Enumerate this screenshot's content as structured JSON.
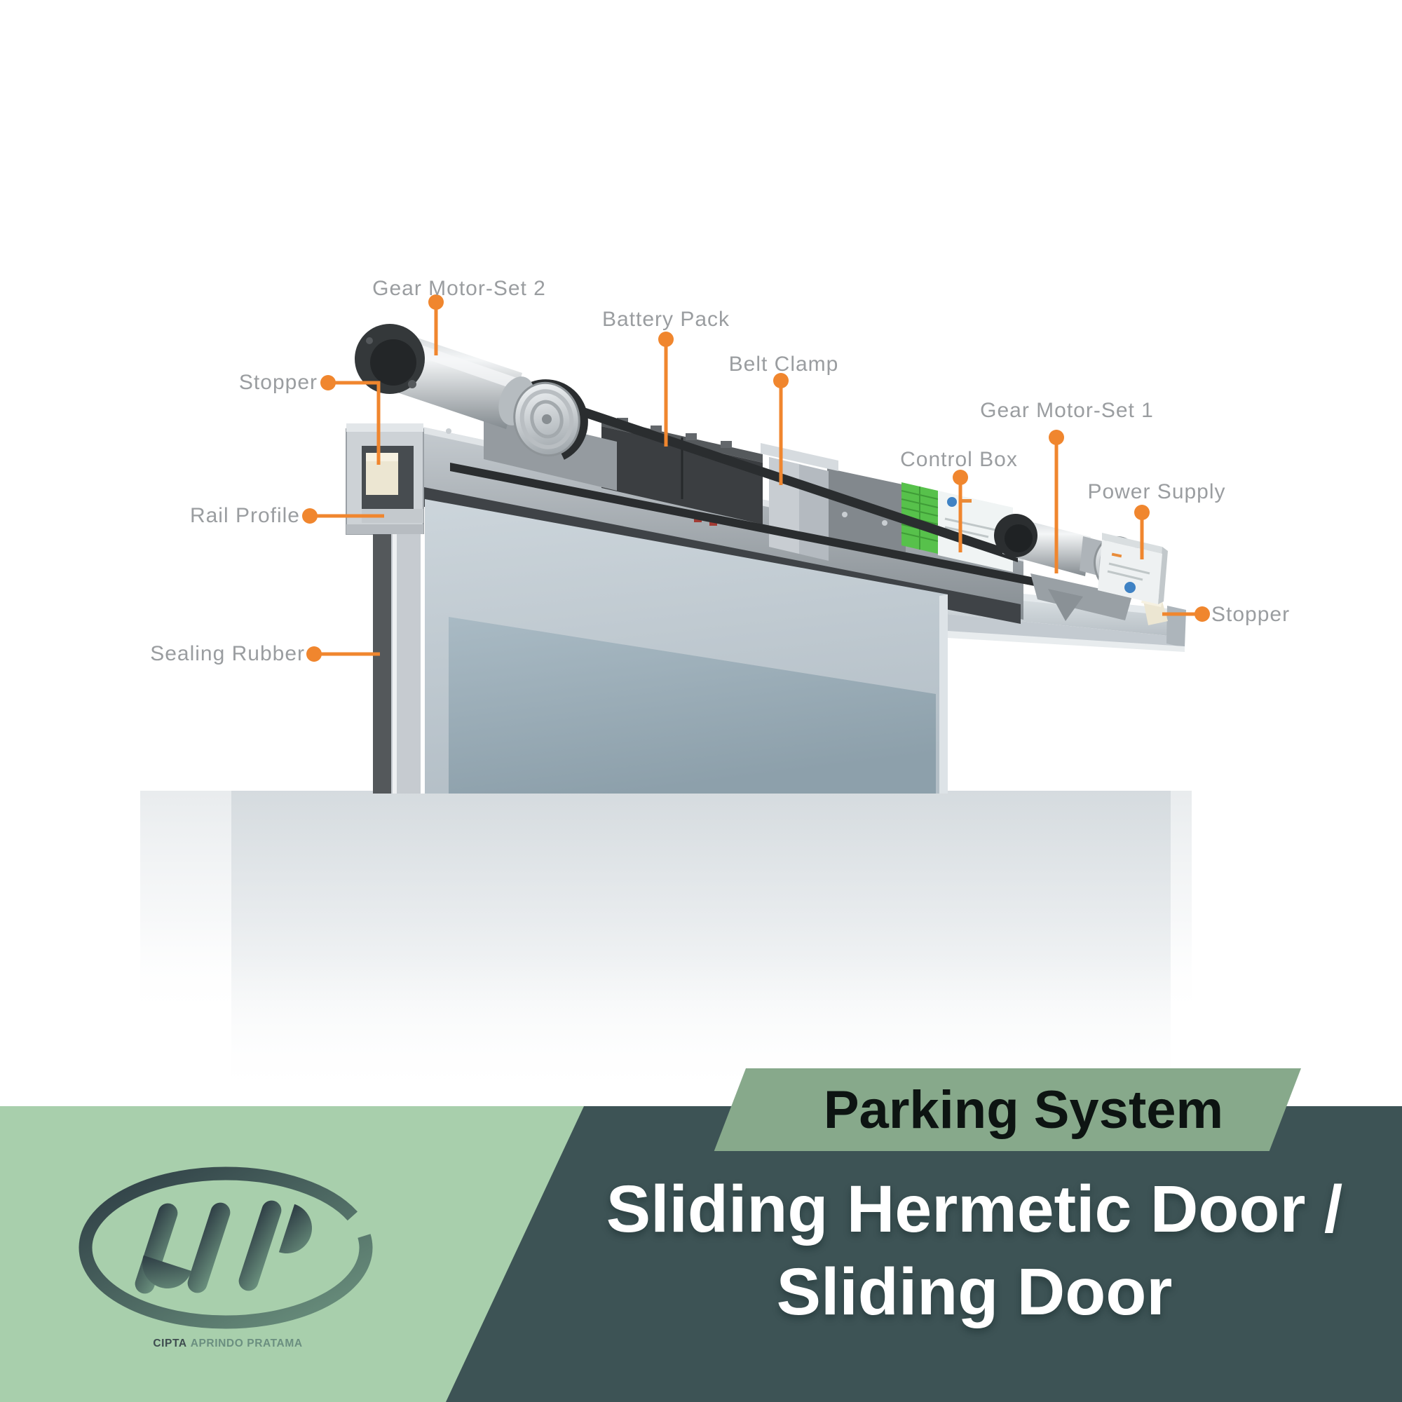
{
  "diagram": {
    "labels": [
      {
        "id": "gear-motor-set-2",
        "text": "Gear Motor-Set 2"
      },
      {
        "id": "battery-pack",
        "text": "Battery Pack"
      },
      {
        "id": "belt-clamp",
        "text": "Belt Clamp"
      },
      {
        "id": "gear-motor-set-1",
        "text": "Gear Motor-Set 1"
      },
      {
        "id": "control-box",
        "text": "Control Box"
      },
      {
        "id": "power-supply",
        "text": "Power Supply"
      },
      {
        "id": "stopper-left",
        "text": "Stopper"
      },
      {
        "id": "rail-profile",
        "text": "Rail Profile"
      },
      {
        "id": "sealing-rubber",
        "text": "Sealing Rubber"
      },
      {
        "id": "stopper-right",
        "text": "Stopper"
      }
    ],
    "label_color": "#9A9DA0",
    "leader_color": "#F0862E"
  },
  "footer": {
    "banner": {
      "label": "Parking System",
      "bg": "#87A98B",
      "text_color": "#0D1412"
    },
    "title_line1": "Sliding Hermetic Door /",
    "title_line2": "Sliding Door",
    "title_color": "#FFFFFF",
    "left_panel_bg": "#A8CFAC",
    "right_panel_bg": "#3D5355",
    "logo_caption": {
      "part1": "CIPTA",
      "part2": "APRINDO PRATAMA",
      "part1_color": "#3E4C4F",
      "part2_color": "#6B8F80"
    }
  }
}
